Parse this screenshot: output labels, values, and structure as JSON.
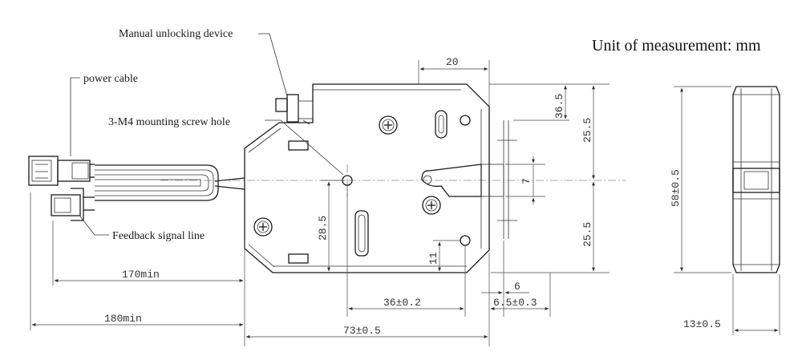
{
  "unit_note": "Unit of measurement: mm",
  "callouts": {
    "manual_unlock": "Manual unlocking device",
    "power_cable": "power cable",
    "mount_holes": "3-M4 mounting screw hole",
    "feedback_line": "Feedback signal line"
  },
  "dimensions": {
    "d20": "20",
    "d36_5": "36.5",
    "d25_5_top": "25.5",
    "d7": "7",
    "d25_5_bottom": "25.5",
    "d28_5": "28.5",
    "d11": "11",
    "d6": "6",
    "d36": "36±0.2",
    "d6_5": "6.5±0.3",
    "d73": "73±0.5",
    "d170": "170min",
    "d180": "180min",
    "d58": "58±0.5",
    "d13": "13±0.5"
  }
}
